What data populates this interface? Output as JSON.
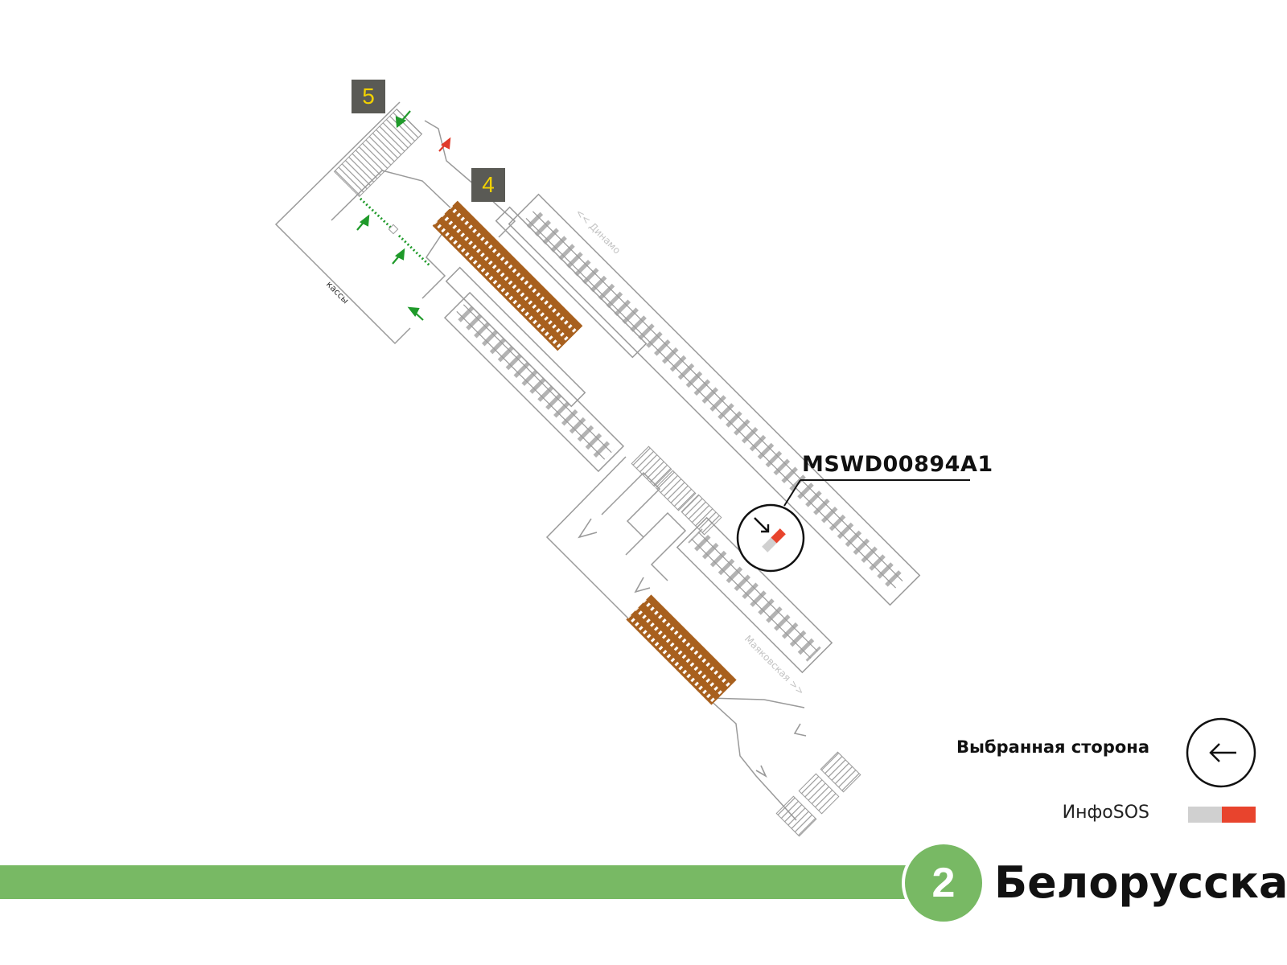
{
  "device": {
    "id": "MSWD00894A1"
  },
  "exits": [
    {
      "number": "5"
    },
    {
      "number": "4"
    }
  ],
  "labels": {
    "kassy": "кассы",
    "dinamo": "<< Динамо",
    "mayakovskaya": "Маяковская >>"
  },
  "legend": {
    "selected_side": "Выбранная сторона",
    "infosos": "ИнфоSOS"
  },
  "line": {
    "number": "2",
    "station": "Белорусская",
    "color": "#78b964"
  },
  "colors": {
    "escalator": "#a8601e",
    "rail": "#b3b3b3",
    "arrow_green": "#1f9a2a",
    "arrow_red": "#e03a2a",
    "sos_red": "#e8442d",
    "sos_gray": "#d0d0d0",
    "exit_badge": "#5a5a55",
    "exit_number": "#f2d100"
  },
  "icons": {
    "selected_side": "arrow-left-icon",
    "device": "arrow-down-right-icon"
  }
}
